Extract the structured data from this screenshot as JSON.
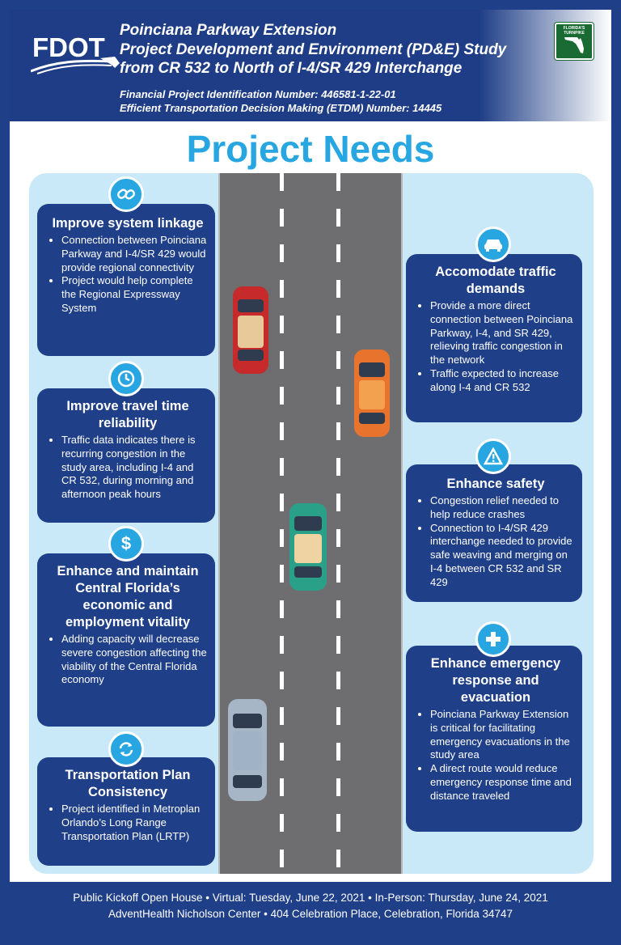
{
  "header": {
    "logo_text": "FDOT",
    "title_lines": [
      "Poinciana Parkway Extension",
      "Project Development and Environment (PD&E) Study",
      "from CR 532 to North of I-4/SR 429 Interchange"
    ],
    "financial_id": "Financial Project Identification Number: 446581-1-22-01",
    "etdm": "Efficient Transportation Decision Making (ETDM) Number: 14445",
    "turnpike_logo_text": "FLORIDA'S TURNPIKE"
  },
  "page_title": "Project Needs",
  "left_cards": [
    {
      "icon": "chain-link-icon",
      "title": "Improve system linkage",
      "bullets": [
        "Connection between Poinciana Parkway and I-4/SR 429 would provide regional connectivity",
        "Project would help complete the Regional Expressway System"
      ]
    },
    {
      "icon": "clock-icon",
      "title": "Improve travel time reliability",
      "bullets": [
        "Traffic data indicates there is recurring congestion in the study area, including I-4 and CR 532, during morning and afternoon peak hours"
      ]
    },
    {
      "icon": "dollar-icon",
      "title": "Enhance and maintain Central Florida’s economic and employment vitality",
      "bullets": [
        "Adding capacity will decrease severe congestion affecting the viability of the Central Florida economy"
      ]
    },
    {
      "icon": "refresh-cycle-icon",
      "title": "Transportation Plan Consistency",
      "bullets": [
        "Project identified in Metroplan Orlando’s Long Range Transportation Plan (LRTP)"
      ]
    }
  ],
  "right_cards": [
    {
      "icon": "car-icon",
      "title": "Accomodate traffic demands",
      "bullets": [
        "Provide a more direct connection between Poinciana Parkway, I-4, and SR 429, relieving traffic congestion in the network",
        "Traffic expected to increase along I-4 and CR 532"
      ]
    },
    {
      "icon": "warning-icon",
      "title": "Enhance safety",
      "bullets": [
        "Congestion relief needed to help reduce crashes",
        "Connection to I-4/SR 429 interchange needed to provide safe weaving and merging on I-4 between CR 532 and SR 429"
      ]
    },
    {
      "icon": "medical-cross-icon",
      "title": "Enhance emergency response and evacuation",
      "bullets": [
        "Poinciana Parkway Extension is critical for facilitating emergency evacuations in the study area",
        "A direct route would reduce emergency response time and distance traveled"
      ]
    }
  ],
  "cars": [
    {
      "color": "#c62a2a",
      "roof": "#e8c99a"
    },
    {
      "color": "#e8732c",
      "roof": "#f3a04f"
    },
    {
      "color": "#2aa088",
      "roof": "#f0d3a2"
    },
    {
      "color": "#a7b6c6",
      "roof": "#9fb2c6"
    }
  ],
  "footer": {
    "line1": "Public Kickoff Open House • Virtual: Tuesday, June 22, 2021 • In-Person: Thursday, June 24, 2021",
    "line2": "AdventHealth Nicholson Center • 404 Celebration Place, Celebration, Florida 34747"
  }
}
